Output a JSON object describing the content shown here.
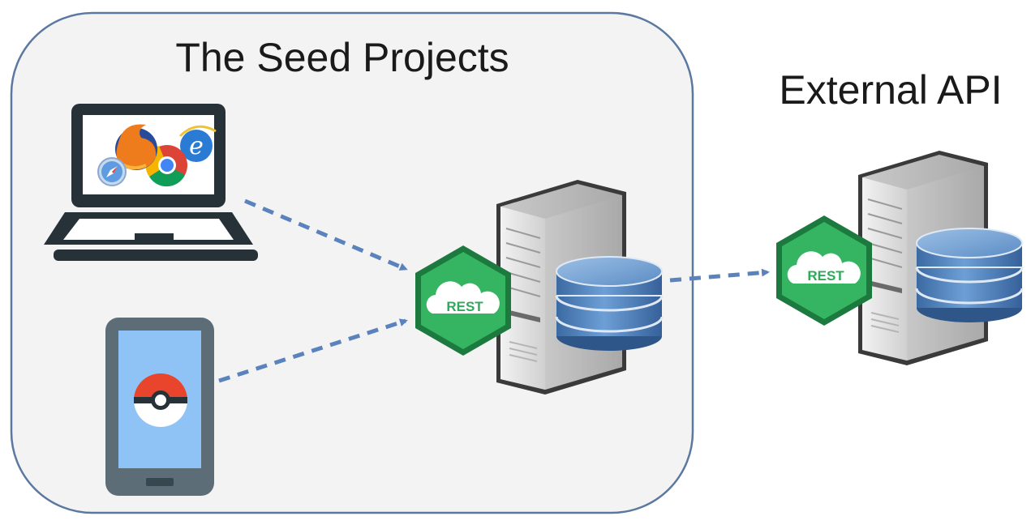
{
  "group": {
    "title": "The Seed Projects"
  },
  "external": {
    "title": "External API"
  },
  "rest_badge": {
    "label": "REST"
  },
  "nodes": {
    "clients": [
      "laptop-browser-client",
      "mobile-phone-client"
    ],
    "seed_server": "rest-api-server-with-database",
    "external_server": "external-rest-api-server-with-database"
  },
  "icons": [
    "laptop-icon",
    "firefox-icon",
    "chrome-icon",
    "internet-explorer-icon",
    "safari-icon",
    "smartphone-icon",
    "pokeball-icon",
    "server-tower-icon",
    "database-icon",
    "rest-hexagon-icon"
  ],
  "colors": {
    "arrow": "#5a82bd",
    "group_fill": "#f3f3f3",
    "group_border": "#5b78a0",
    "rest_green": "#2faa5a",
    "database_blue": "#4d7fb8",
    "device_dark": "#263238",
    "phone_body": "#5d6d78",
    "phone_screen": "#8fc3f5"
  }
}
